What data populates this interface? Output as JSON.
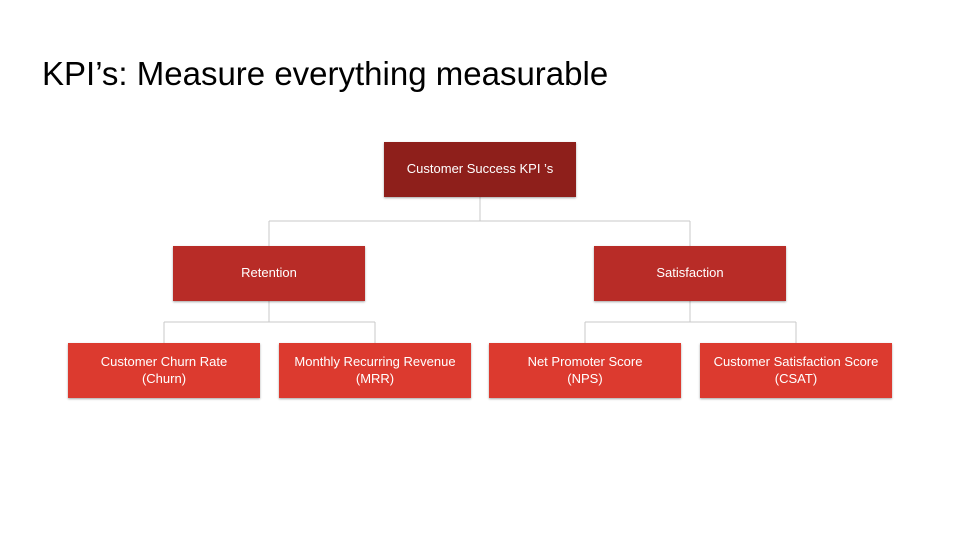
{
  "slide": {
    "title": "KPI’s: Measure everything measurable"
  },
  "diagram": {
    "root": {
      "label": "Customer Success KPI ’s"
    },
    "groups": [
      {
        "label": "Retention",
        "children": [
          {
            "line1": "Customer Churn Rate",
            "line2": "(Churn)"
          },
          {
            "line1": "Monthly Recurring Revenue",
            "line2": "(MRR)"
          }
        ]
      },
      {
        "label": "Satisfaction",
        "children": [
          {
            "line1": "Net Promoter Score",
            "line2": "(NPS)"
          },
          {
            "line1": "Customer Satisfaction Score",
            "line2": "(CSAT)"
          }
        ]
      }
    ],
    "colors": {
      "root": "#8e1f1b",
      "level1": "#b82c27",
      "level2": "#dc3a2f",
      "connector": "#c8c8c8"
    }
  }
}
